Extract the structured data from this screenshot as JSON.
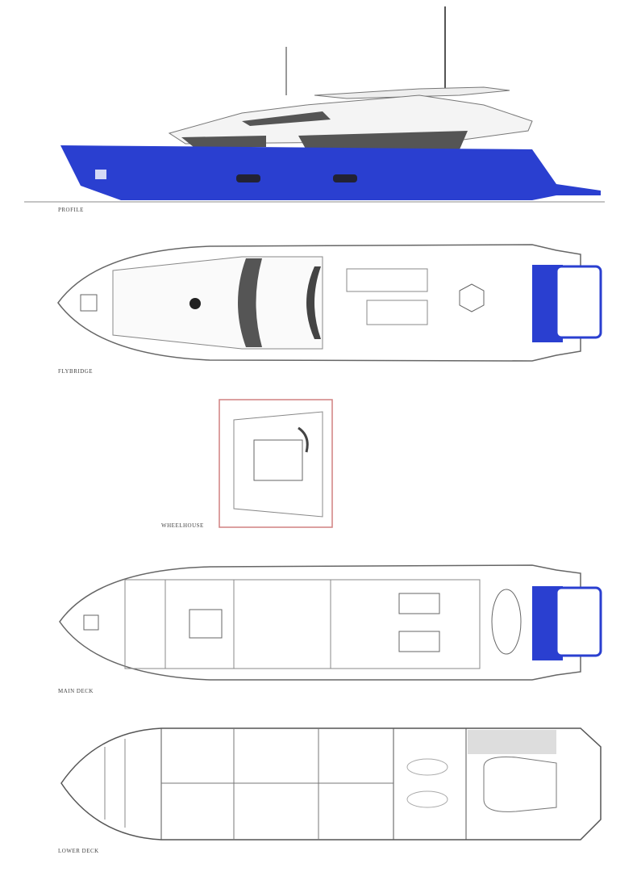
{
  "labels": {
    "profile": "PROFILE",
    "flybridge": "FLYBRIDGE",
    "wheelhouse": "WHEELHOUSE",
    "main_deck": "MAIN DECK",
    "lower_deck": "LOWER DECK"
  },
  "colors": {
    "hull": "#2a3fd0",
    "dark_glass": "#555555",
    "line": "#777777",
    "wheelhouse_frame": "#d08080"
  }
}
